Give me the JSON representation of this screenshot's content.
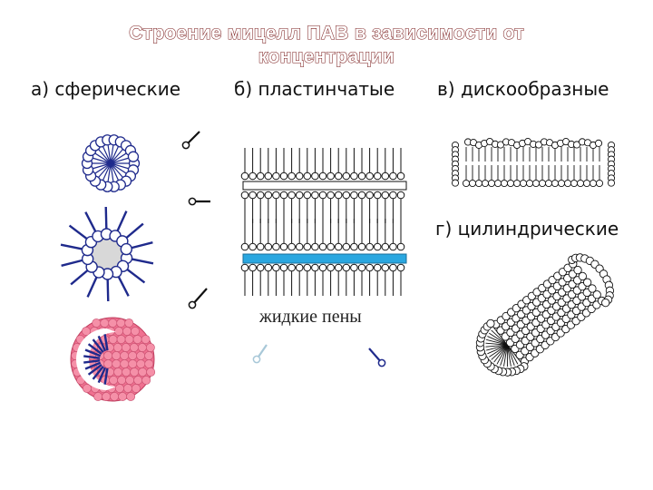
{
  "title_line1": "Строение мицелл ПАВ в зависимости от",
  "title_line2": "концентрации",
  "labels": {
    "spherical": "а) сферические",
    "lamellar": "б) пластинчатые",
    "disc": "в) дискообразные",
    "cylindrical": "г) цилиндрические",
    "foams": "жидкие пены"
  },
  "colors": {
    "title_outline": "#7a1c1c",
    "micelle_blue": "#1f2a8c",
    "layer_blue": "#2aa7e0",
    "pink_sphere": "#f07090",
    "line_black": "#111111",
    "light_molecule": "#a8c8d8"
  }
}
